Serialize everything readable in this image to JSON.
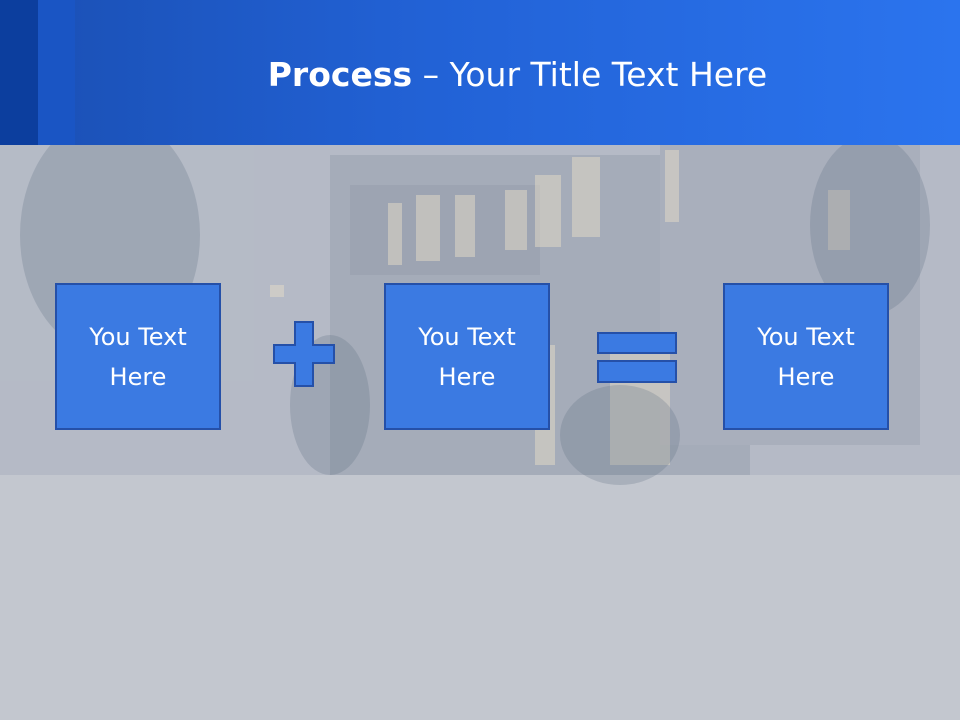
{
  "title": {
    "bold": "Process",
    "rest": " – Your Title Text Here"
  },
  "boxes": [
    {
      "text": "You Text\nHere"
    },
    {
      "text": "You Text\nHere"
    },
    {
      "text": "You Text\nHere"
    }
  ],
  "operators": [
    "plus",
    "equals"
  ],
  "colors": {
    "header": "#2262d6",
    "box_fill": "#3b7ae2",
    "box_border": "#2550a8",
    "background": "#c3c7cf"
  }
}
